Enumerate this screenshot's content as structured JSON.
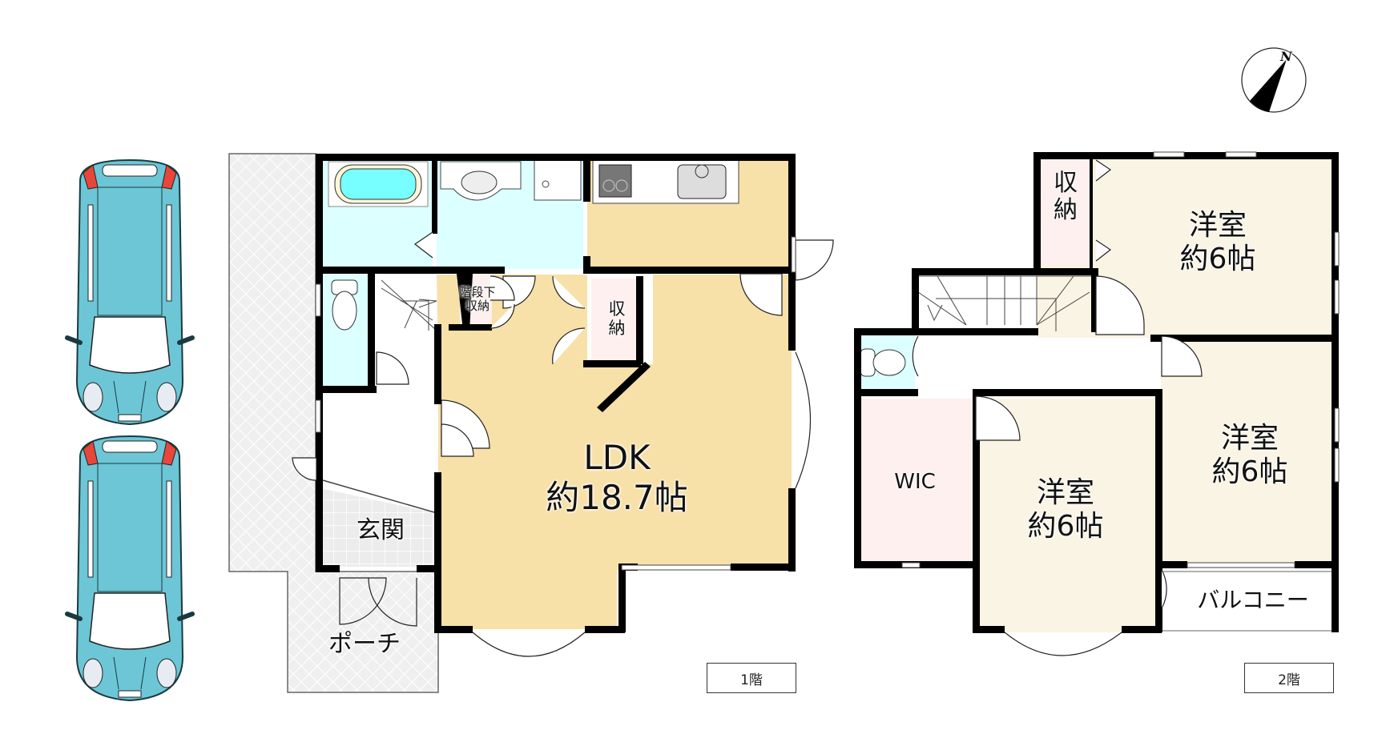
{
  "compass": {
    "label": "N"
  },
  "floor1": {
    "tag": "1階",
    "rooms": {
      "ldk": {
        "name": "LDK",
        "size": "約18.7帖"
      },
      "genkan": {
        "name": "玄関"
      },
      "porch": {
        "name": "ポーチ"
      },
      "storage": {
        "name": "収\n納"
      },
      "stair_storage": {
        "name": "階段下\n収納"
      }
    }
  },
  "floor2": {
    "tag": "2階",
    "rooms": {
      "western_ne": {
        "name": "洋室",
        "size": "約6帖"
      },
      "western_e": {
        "name": "洋室",
        "size": "約6帖"
      },
      "western_s": {
        "name": "洋室",
        "size": "約6帖"
      },
      "wic": {
        "name": "WIC"
      },
      "storage": {
        "name": "収\n納"
      },
      "balcony": {
        "name": "バルコニー"
      }
    }
  },
  "parking": {
    "cars": 2
  },
  "colors": {
    "ldk": "#F7E1A9",
    "bedroom": "#FAF4E4",
    "storage": "#FDF0EF",
    "wet": "#DCFFFF",
    "paving": "#EFEFEF",
    "car": "#6CC6D6",
    "wall": "#000000"
  }
}
